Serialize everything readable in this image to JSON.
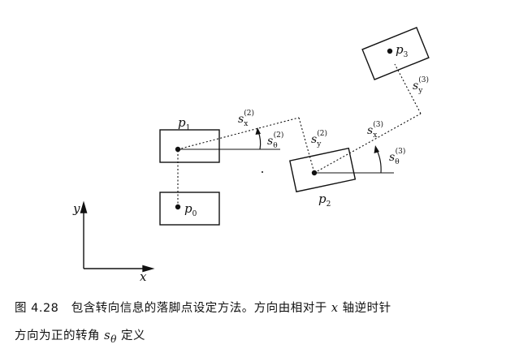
{
  "figure": {
    "feet": [
      {
        "id": "p0",
        "label": "p",
        "sub": "0"
      },
      {
        "id": "p1",
        "label": "p",
        "sub": "1"
      },
      {
        "id": "p2",
        "label": "p",
        "sub": "2"
      },
      {
        "id": "p3",
        "label": "p",
        "sub": "3"
      }
    ],
    "annotations": {
      "sx2": {
        "base": "s",
        "sub": "x",
        "sup": "(2)"
      },
      "sy2": {
        "base": "s",
        "sub": "y",
        "sup": "(2)"
      },
      "st2": {
        "base": "s",
        "sub": "θ",
        "sup": "(2)"
      },
      "sx3": {
        "base": "s",
        "sub": "x",
        "sup": "(3)"
      },
      "sy3": {
        "base": "s",
        "sub": "y",
        "sup": "(3)"
      },
      "st3": {
        "base": "s",
        "sub": "θ",
        "sup": "(3)"
      }
    },
    "axes": {
      "x_label": "x",
      "y_label": "y"
    }
  },
  "caption": {
    "line1_part1": "图 4.28   包含转向信息的落脚点设定方法。方向由相对于 ",
    "line1_math": "x",
    "line1_part2": " 轴逆时针",
    "line2_part1": "方向为正的转角 ",
    "line2_math": "s",
    "line2_math_sub": "θ",
    "line2_part2": " 定义"
  }
}
